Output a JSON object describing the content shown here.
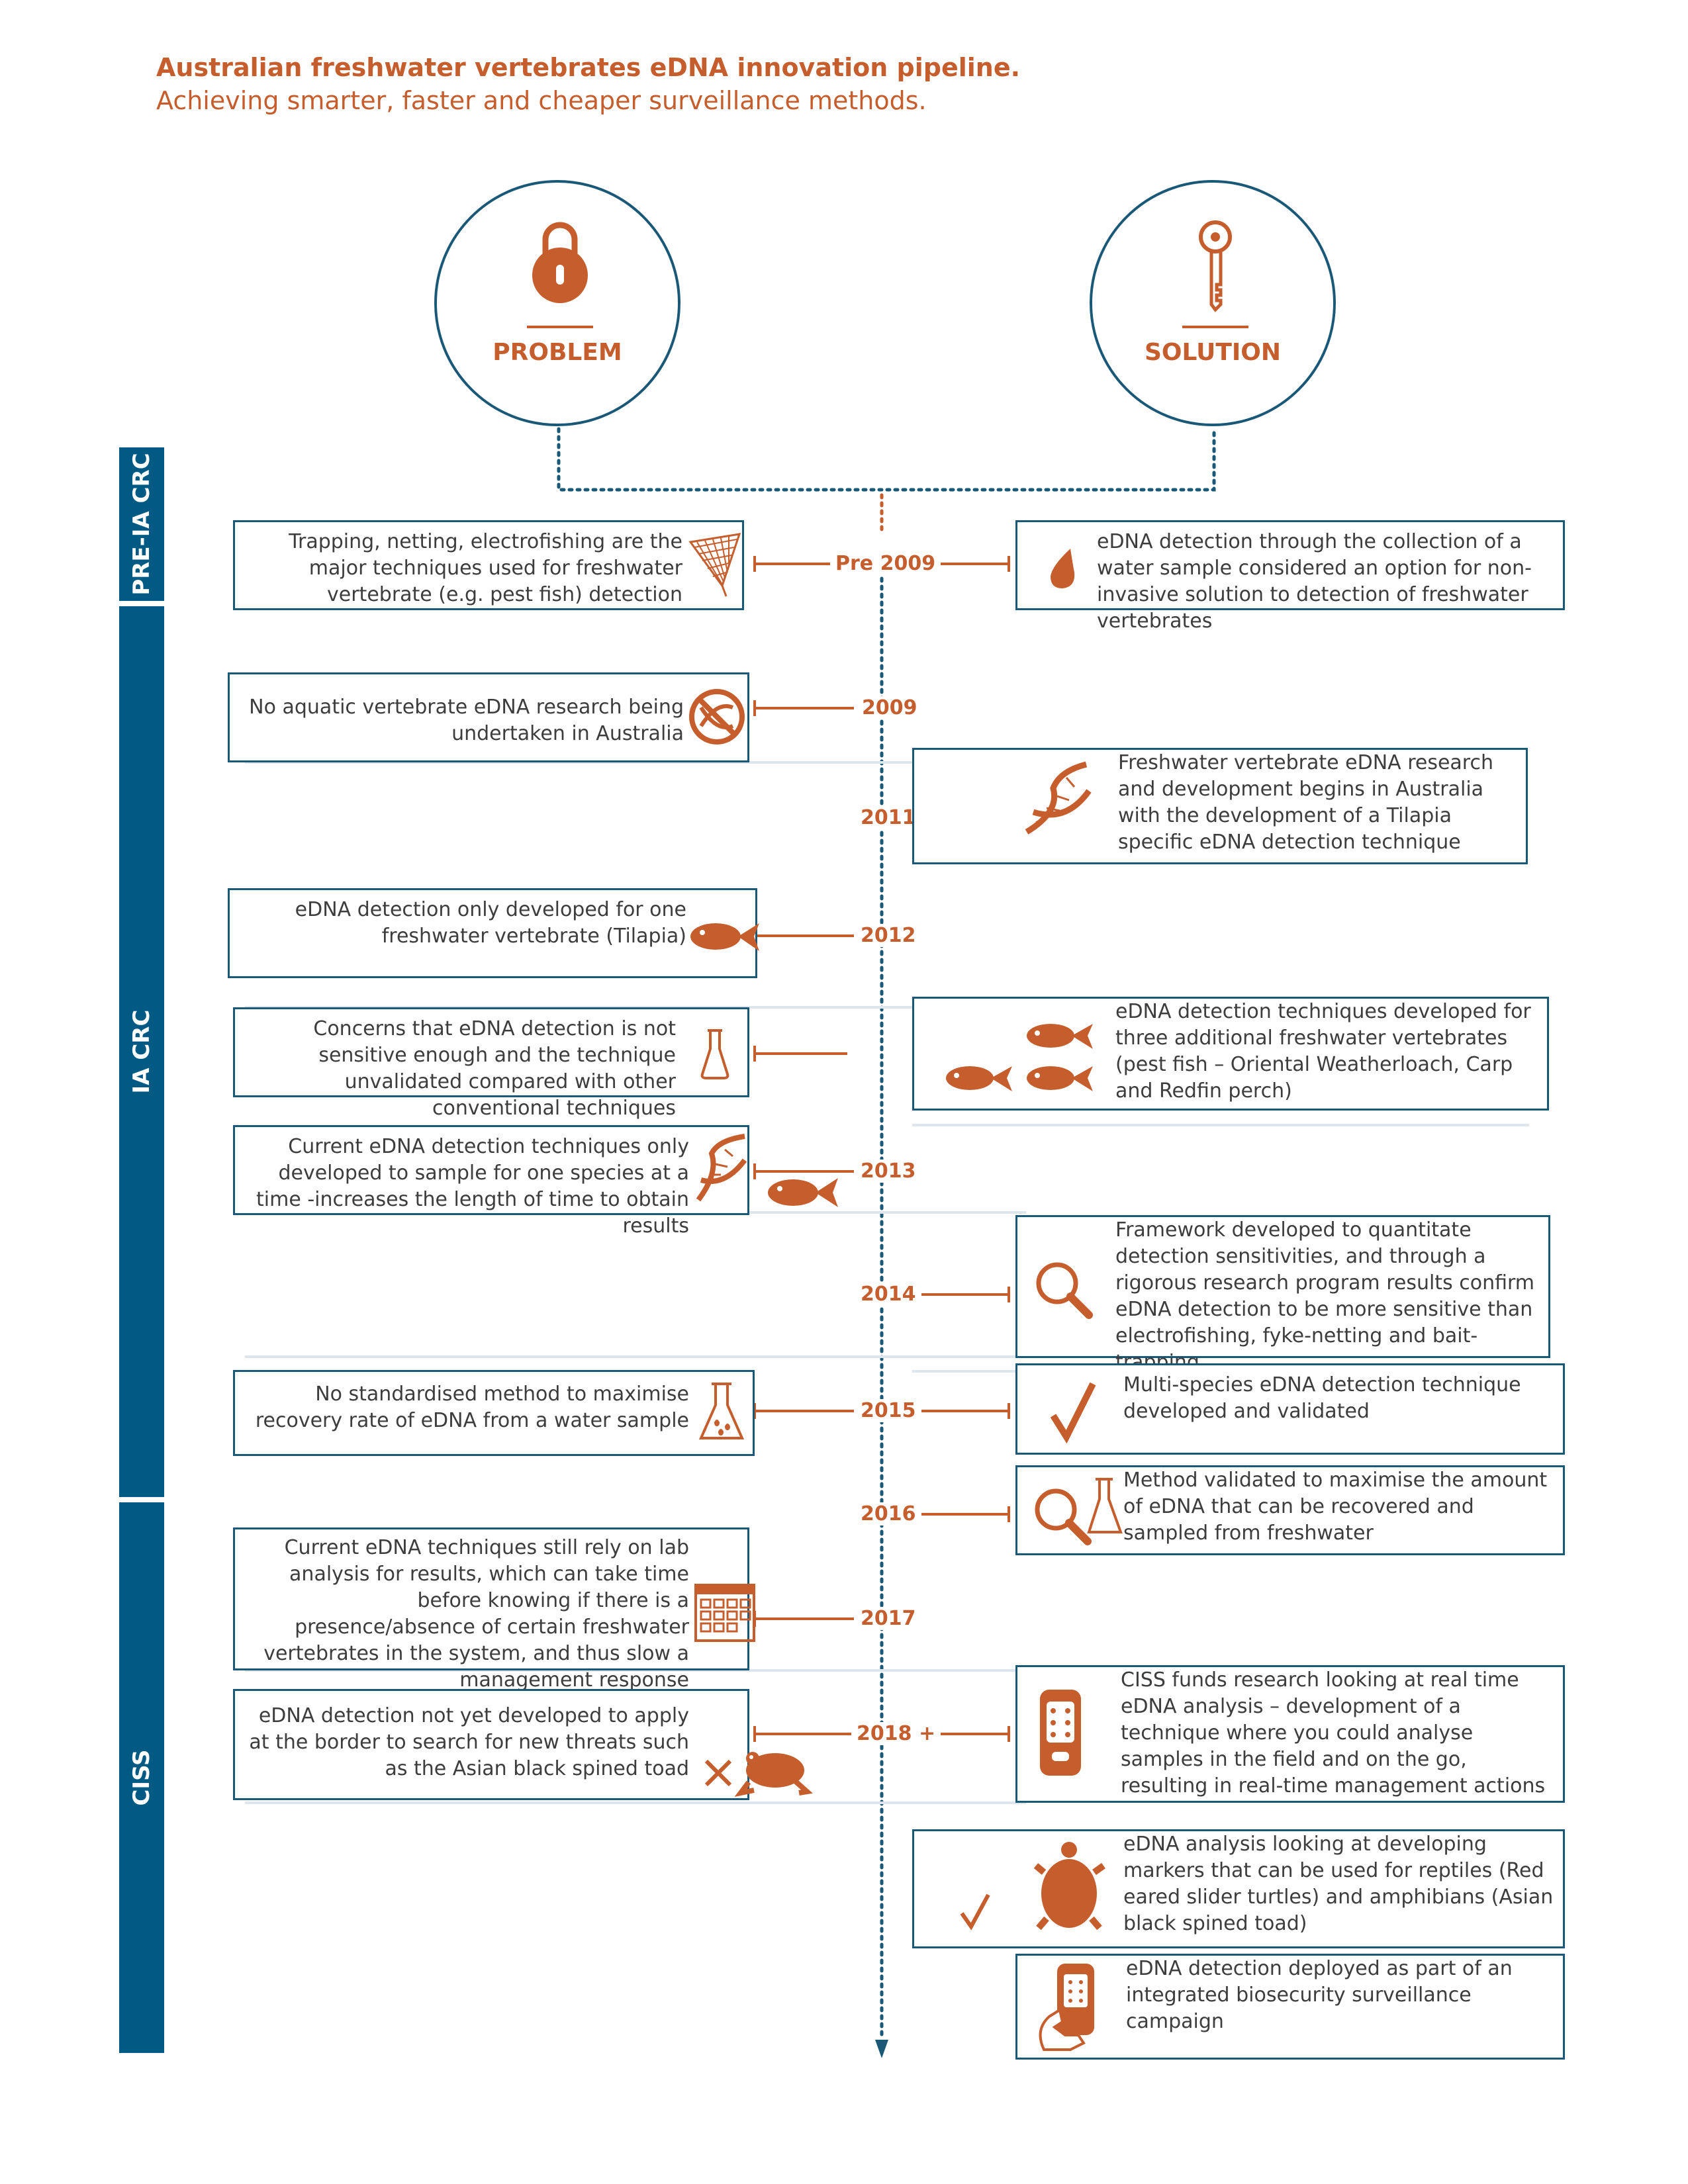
{
  "title": "Australian freshwater vertebrates eDNA innovation pipeline.",
  "subtitle": "Achieving smarter, faster and cheaper surveillance methods.",
  "problem_label": "PROBLEM",
  "solution_label": "SOLUTION",
  "eras": [
    "PRE-IA CRC",
    "IA CRC",
    "CISS"
  ],
  "years": {
    "pre2009": "Pre 2009",
    "y2009": "2009",
    "y2011": "2011",
    "y2012": "2012",
    "y2013": "2013",
    "y2014": "2014",
    "y2015": "2015",
    "y2016": "2016",
    "y2017": "2017",
    "y2018": "2018 +"
  },
  "problems": {
    "pre2009": "Trapping, netting, electrofishing are the major techniques used for freshwater vertebrate (e.g. pest fish) detection",
    "y2009": "No aquatic vertebrate eDNA research being undertaken in Australia",
    "y2012": "eDNA detection only developed for one freshwater vertebrate (Tilapia)",
    "sensitivity": "Concerns that eDNA detection is not sensitive enough and the technique unvalidated compared with other conventional techniques",
    "y2013": "Current eDNA detection techniques only developed to sample for one species at a time -increases the length of time to obtain results",
    "y2015": "No standardised method to maximise recovery rate of eDNA from a water sample",
    "y2017": "Current eDNA techniques still rely on lab analysis for results, which can take time before knowing if there is a presence/absence of certain freshwater vertebrates in the system, and thus slow a management response",
    "y2018": "eDNA detection not yet developed to apply at the border to search for new threats such as the Asian black spined toad"
  },
  "solutions": {
    "pre2009": "eDNA detection through the collection of a water sample considered an option for non-invasive solution to detection of freshwater vertebrates",
    "y2011": "Freshwater vertebrate eDNA research and development begins in Australia with the development of a Tilapia specific eDNA detection technique",
    "three_species": "eDNA detection techniques developed for three additional freshwater vertebrates (pest fish – Oriental Weatherloach, Carp and Redfin perch)",
    "y2014": "Framework developed to quantitate detection sensitivities, and through a rigorous research program results confirm eDNA detection to be more sensitive than electrofishing, fyke-netting and bait-trapping",
    "y2015": "Multi-species eDNA detection technique developed and validated",
    "y2016": "Method validated to maximise the amount of eDNA that can be recovered and sampled from freshwater",
    "y2018": "CISS funds research looking at real time eDNA analysis – development of a technique where you could analyse samples in the field and on the go, resulting in real-time management actions",
    "reptiles": "eDNA analysis looking at developing markers that can be used for reptiles (Red eared slider turtles) and amphibians (Asian black spined toad)",
    "deployed": "eDNA detection deployed as part of an integrated biosecurity surveillance campaign"
  },
  "colors": {
    "accent": "#c65d2c",
    "navy": "#1a5878",
    "era": "#005a83"
  }
}
